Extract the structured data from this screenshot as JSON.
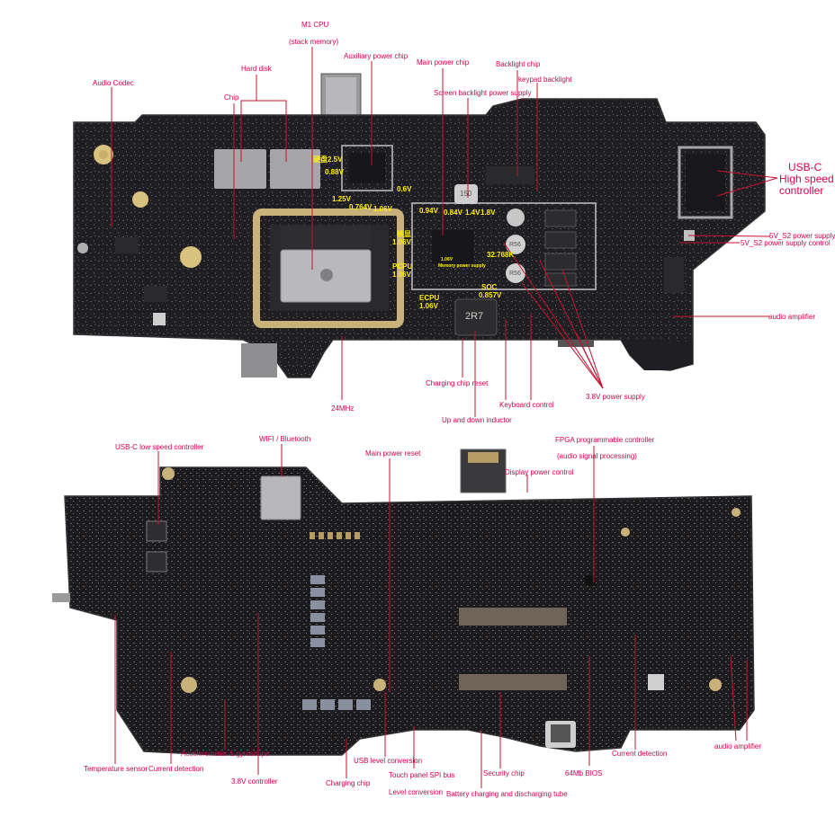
{
  "colors": {
    "label": "#d6004f",
    "leader": "#c8102e",
    "voltage": "#ffee00",
    "board": "#1d1c1f",
    "board_edge": "#2a292d",
    "shield_gold": "#c9b27a",
    "pad_gold": "#d9c27e",
    "chip_silver": "#a9a9ab"
  },
  "top_board": {
    "labels": {
      "m1_cpu": "M1 CPU",
      "stack_memory": "(stack memory)",
      "auxiliary_power_chip": "Auxiliary power chip",
      "main_power_chip": "Main power chip",
      "backlight_chip": "Backlight chip",
      "keypad_backlight": "keypad backlight",
      "screen_backlight_power_supply": "Screen backlight power supply",
      "hard_disk": "Hard disk",
      "audio_codec": "Audio Codec",
      "chip": "Chip",
      "usbc_high_speed": [
        "USB-C",
        "High speed",
        "controller"
      ],
      "s2_power_supply": "5V_S2 power supply",
      "s2_power_control": "5V_S2 power supply control",
      "audio_amplifier": "audio amplifier",
      "charging_chip_reset": "Charging chip reset",
      "keyboard_control": "Keyboard control",
      "power_3v8_supply": "3.8V power supply",
      "mhz_24": "24MHz",
      "up_down_inductor": "Up and down inductor"
    },
    "voltages": {
      "v_2v5": "硬盘2.5V",
      "v_0_88": "0.88V",
      "v_0_6": "0.6V",
      "v_1_25": "1.25V",
      "v_0_764": "0.764V",
      "v_1_06a": "1.06V",
      "v_0_94": "0.94V",
      "v_0_84": "0.84V",
      "v_1_4": "1.4V",
      "v_1_8": "1.8V",
      "gpu_name": "核显",
      "gpu_v": "1.06V",
      "mem_v": "1.06V",
      "mem_name": "Memory power supply",
      "pcpu_name": "PCPU",
      "pcpu_v": "1.06V",
      "ecpu_name": "ECPU",
      "ecpu_v": "1.06V",
      "soc_name": "SOC",
      "soc_v": "0.857V",
      "crystal": "32.768K"
    },
    "chip_marks": {
      "inductor": "2R7",
      "ind_r56_a": "R56",
      "ind_r56_b": "R56",
      "ind_150": "150"
    }
  },
  "bottom_board": {
    "labels": {
      "usbc_low_speed": "USB-C low speed controller",
      "wifi_bluetooth": "WIFI / Bluetooth",
      "main_power_reset": "Main power reset",
      "fpga_controller": "FPGA programmable controller",
      "audio_signal_processing": "(audio signal processing)",
      "display_power_control": "Display power control",
      "temperature_sensor": "Temperature sensor",
      "current_detection_left": "Current detection",
      "accelerometer": "Accelerometer & gyroscope",
      "power_3v8_controller": "3.8V controller",
      "charging_chip": "Charging chip",
      "usb_level_conversion": "USB level conversion",
      "touch_panel_spi": "Touch panel SPI bus",
      "level_conversion": "Level conversion",
      "battery_charging_tube": "Battery charging and discharging tube",
      "security_chip": "Security chip",
      "bios_64mb": "64Mb BIOS",
      "current_detection_right": "Current detection",
      "audio_amplifier": "audio amplifier"
    }
  }
}
